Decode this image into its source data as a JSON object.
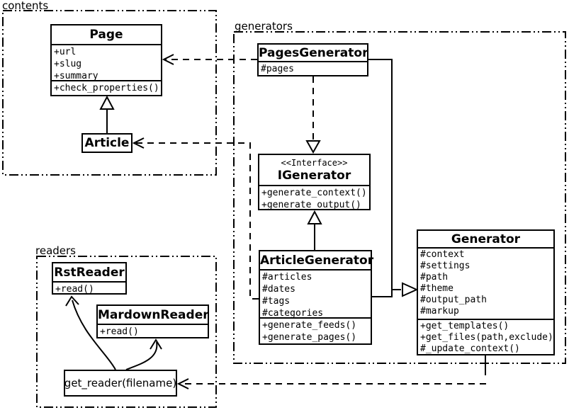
{
  "diagram": {
    "type": "uml-class-diagram",
    "background": "#ffffff",
    "line_color": "#000000"
  },
  "packages": {
    "contents": "contents",
    "generators": "generators",
    "readers": "readers"
  },
  "classes": {
    "page": {
      "name": "Page",
      "attributes": [
        "+url",
        "+slug",
        "+summary"
      ],
      "methods": [
        "+check_properties()"
      ]
    },
    "article": {
      "name": "Article"
    },
    "pages_generator": {
      "name": "PagesGenerator",
      "attributes": [
        "#pages"
      ]
    },
    "igenerator": {
      "stereotype": "<<Interface>>",
      "name": "IGenerator",
      "methods": [
        "+generate_context()",
        "+generate_output()"
      ]
    },
    "article_generator": {
      "name": "ArticleGenerator",
      "attributes": [
        "#articles",
        "#dates",
        "#tags",
        "#categories"
      ],
      "methods": [
        "+generate_feeds()",
        "+generate_pages()"
      ]
    },
    "generator": {
      "name": "Generator",
      "attributes": [
        "#context",
        "#settings",
        "#path",
        "#theme",
        "#output_path",
        "#markup"
      ],
      "methods": [
        "+get_templates()",
        "+get_files(path,exclude)",
        "#_update_context()"
      ]
    },
    "rst_reader": {
      "name": "RstReader",
      "methods": [
        "+read()"
      ]
    },
    "mardown_reader": {
      "name": "MardownReader",
      "methods": [
        "+read()"
      ]
    },
    "get_reader": {
      "name": "get_reader(filename)"
    }
  },
  "relationships": [
    {
      "from": "Article",
      "to": "Page",
      "type": "generalization",
      "style": "solid"
    },
    {
      "from": "PagesGenerator",
      "to": "Page",
      "type": "dependency",
      "style": "dashed"
    },
    {
      "from": "ArticleGenerator",
      "to": "Article",
      "type": "dependency",
      "style": "dashed"
    },
    {
      "from": "PagesGenerator",
      "to": "IGenerator",
      "type": "realization",
      "style": "dashed"
    },
    {
      "from": "ArticleGenerator",
      "to": "IGenerator",
      "type": "generalization",
      "style": "solid"
    },
    {
      "from": "PagesGenerator",
      "to": "Generator",
      "type": "generalization",
      "style": "solid"
    },
    {
      "from": "ArticleGenerator",
      "to": "Generator",
      "type": "generalization",
      "style": "solid"
    },
    {
      "from": "Generator",
      "to": "get_reader(filename)",
      "type": "dependency",
      "style": "dashed"
    },
    {
      "from": "get_reader(filename)",
      "to": "RstReader",
      "type": "dependency",
      "style": "curved"
    },
    {
      "from": "get_reader(filename)",
      "to": "MardownReader",
      "type": "dependency",
      "style": "curved"
    }
  ]
}
